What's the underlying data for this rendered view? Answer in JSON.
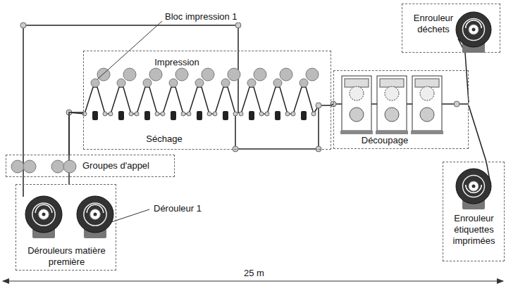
{
  "diagram": {
    "nodes": [
      {
        "text": [
          "Impression",
          "Séchage"
        ]
      },
      {
        "text": [
          "Enrouleur déchets"
        ]
      },
      {
        "text": [
          "Découpage"
        ]
      },
      {
        "text": [
          "Groupes d'appel"
        ]
      },
      {
        "text": [
          "Dérouleurs matière première"
        ]
      },
      {
        "text": [
          "Enrouleur étiquettes imprimées"
        ]
      }
    ],
    "edges": [
      {
        "from": 4,
        "to": 3,
        "arrow": "none"
      },
      {
        "from": 3,
        "to": 0,
        "arrow": "none"
      },
      {
        "from": 0,
        "to": 2,
        "arrow": "none"
      },
      {
        "from": 2,
        "to": 1,
        "arrow": "none"
      },
      {
        "from": 2,
        "to": 5,
        "arrow": "none"
      }
    ],
    "labels": [
      "Bloc impression 1",
      "Dérouleur 1",
      "25 m"
    ]
  }
}
